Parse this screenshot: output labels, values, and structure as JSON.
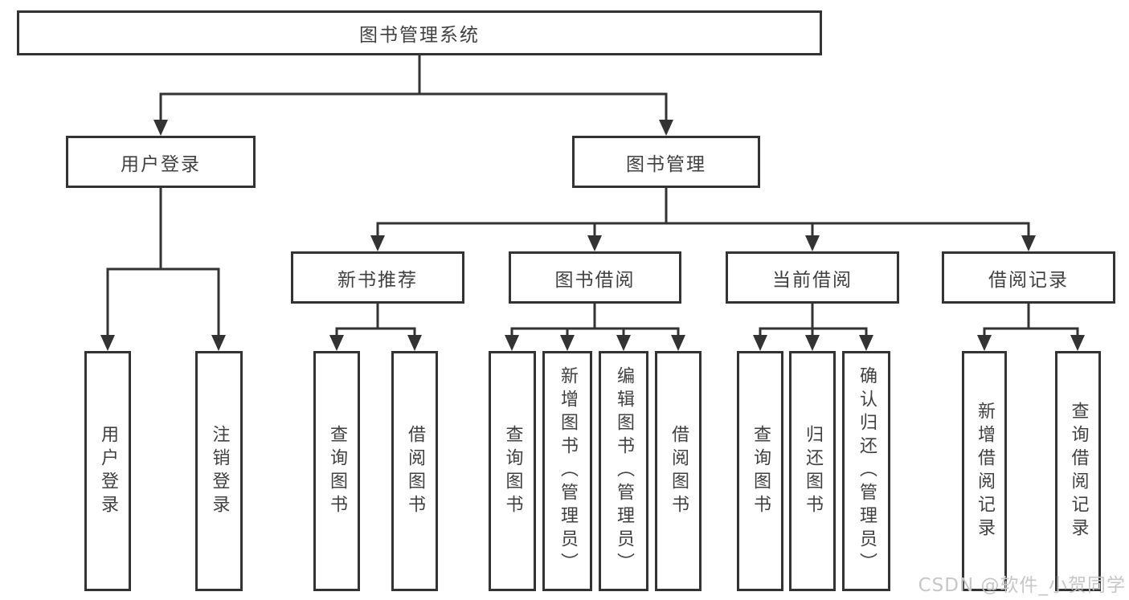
{
  "diagram": {
    "title_note": "functional structure chart of a library management system",
    "root": "图书管理系统",
    "branches": [
      {
        "label": "用户登录",
        "children": [
          "用户登录",
          "注销登录"
        ]
      },
      {
        "label": "图书管理",
        "sections": [
          {
            "label": "新书推荐",
            "children": [
              "查询图书",
              "借阅图书"
            ]
          },
          {
            "label": "图书借阅",
            "children": [
              "查询图书",
              "新增图书（管理员）",
              "编辑图书（管理员）",
              "借阅图书"
            ]
          },
          {
            "label": "当前借阅",
            "children": [
              "查询图书",
              "归还图书",
              "确认归还（管理员）"
            ]
          },
          {
            "label": "借阅记录",
            "children": [
              "新增借阅记录",
              "查询借阅记录"
            ]
          }
        ]
      }
    ],
    "colors": {
      "line": "#333333",
      "box_fill": "#ffffff",
      "text": "#404040",
      "watermark": "#c6c6c6"
    },
    "watermark": "CSDN @软件_小贺同学"
  }
}
